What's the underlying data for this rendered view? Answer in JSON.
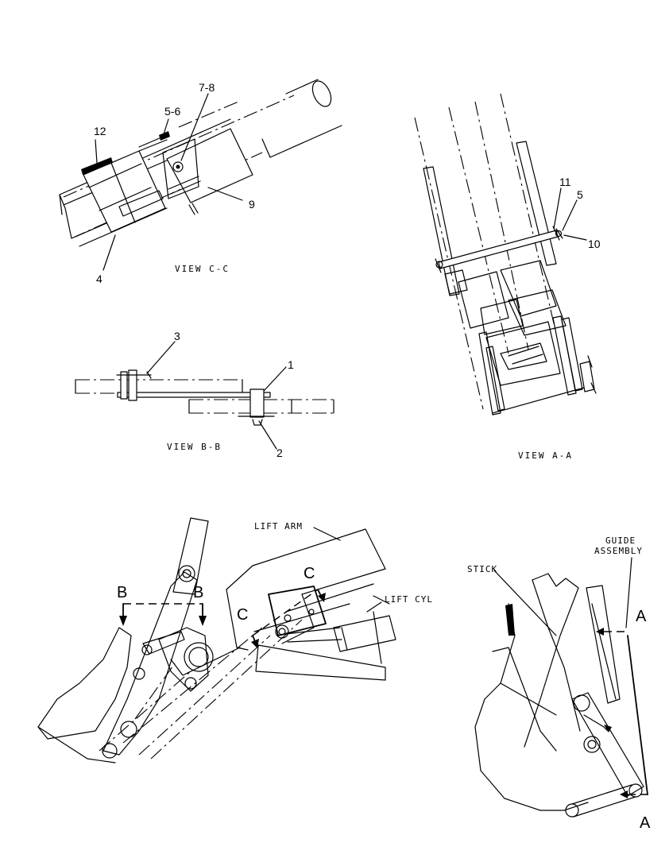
{
  "views": {
    "cc": {
      "title": "VIEW C-C",
      "callouts": [
        "12",
        "5-6",
        "7-8",
        "9",
        "4"
      ]
    },
    "bb": {
      "title": "VIEW B-B",
      "callouts": [
        "3",
        "1",
        "2"
      ]
    },
    "aa": {
      "title": "VIEW A-A",
      "callouts": [
        "11",
        "5",
        "10"
      ]
    }
  },
  "loader": {
    "lift_arm": "LIFT ARM",
    "lift_cyl": "LIFT CYL",
    "section_b_left": "B",
    "section_b_right": "B",
    "section_c_top": "C",
    "section_c_left": "C"
  },
  "backhoe": {
    "stick": "STICK",
    "guide_line1": "GUIDE",
    "guide_line2": "ASSEMBLY",
    "section_a_top": "A",
    "section_a_bottom": "A"
  }
}
